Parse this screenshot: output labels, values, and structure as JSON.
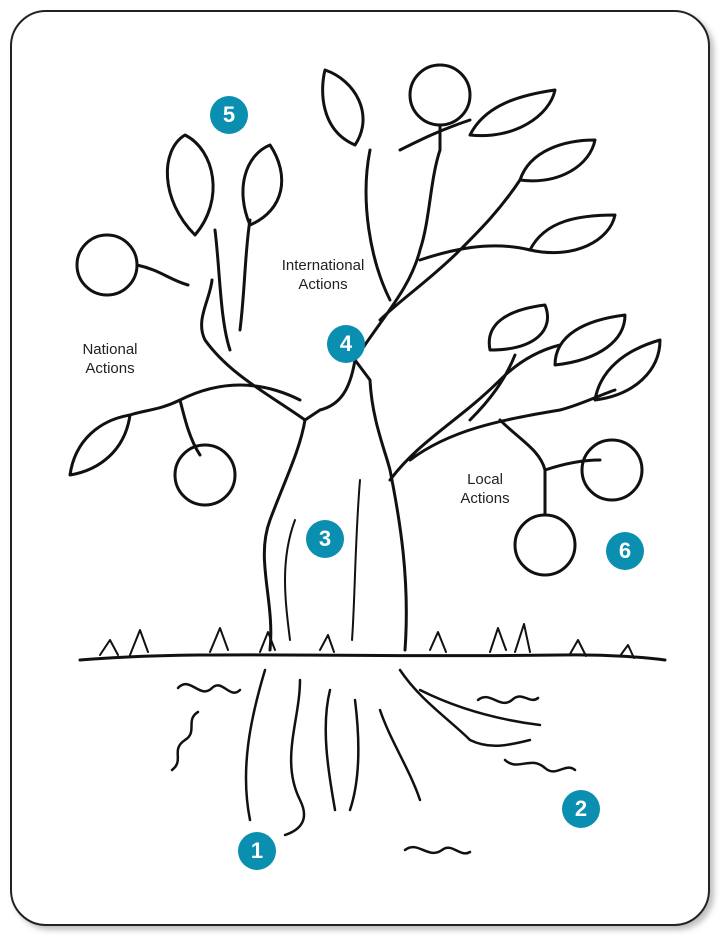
{
  "labels": {
    "international": [
      "International",
      "Actions"
    ],
    "national": [
      "National",
      "Actions"
    ],
    "local": [
      "Local",
      "Actions"
    ]
  },
  "markers": [
    "1",
    "2",
    "3",
    "4",
    "5",
    "6"
  ],
  "colors": {
    "marker": "#0a8fb0",
    "ink": "#111111"
  }
}
